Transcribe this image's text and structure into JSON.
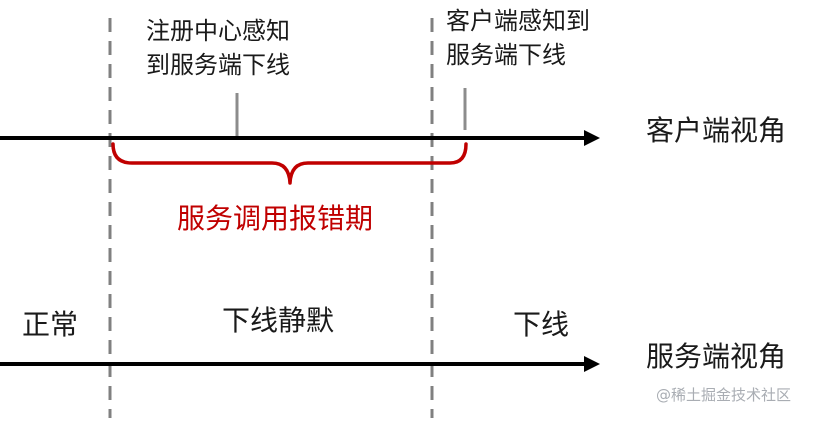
{
  "labels": {
    "registry_detect_line1": "注册中心感知",
    "registry_detect_line2": "到服务端下线",
    "client_detect_line1": "客户端感知到",
    "client_detect_line2": "服务端下线",
    "client_view": "客户端视角",
    "error_period": "服务调用报错期",
    "normal": "正常",
    "offline_quiet": "下线静默",
    "offline": "下线",
    "server_view": "服务端视角"
  },
  "watermark": "@稀土掘金技术社区",
  "colors": {
    "line": "#000000",
    "dashed": "#808080",
    "tick": "#8c8c8c",
    "brace": "#c00000",
    "text": "#1a1a1a",
    "highlight_text": "#c00000",
    "watermark": "#a9adb3"
  }
}
